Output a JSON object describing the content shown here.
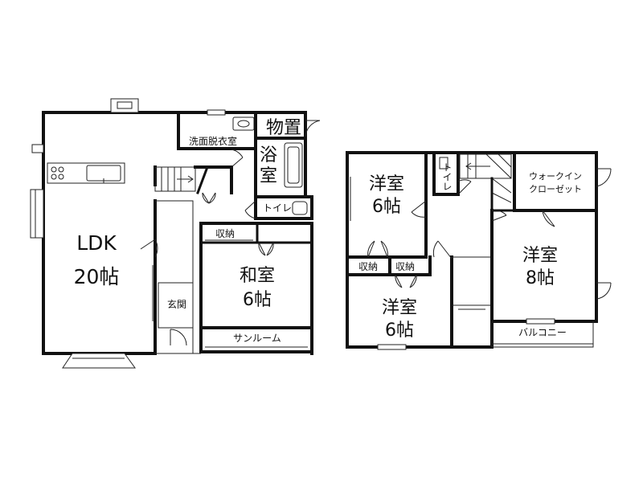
{
  "rooms": {
    "ldk": {
      "name": "LDK",
      "size": "20帖"
    },
    "washroom": {
      "name": "洗面脱衣室"
    },
    "storage": {
      "name": "物置"
    },
    "bath": {
      "name": "浴室",
      "line1": "浴",
      "line2": "室"
    },
    "toilet1": {
      "name": "トイレ"
    },
    "closet1": {
      "name": "収納"
    },
    "washitsu": {
      "name": "和室",
      "size": "6帖"
    },
    "entrance": {
      "name": "玄関"
    },
    "sunroom": {
      "name": "サンルーム"
    },
    "youshitsu_a": {
      "name": "洋室",
      "size": "6帖"
    },
    "toilet2": {
      "name": "トイレ"
    },
    "closet2": {
      "name": "収納"
    },
    "closet3": {
      "name": "収納"
    },
    "youshitsu_b": {
      "name": "洋室",
      "size": "6帖"
    },
    "walkin": {
      "line1": "ウォークイン",
      "line2": "クローゼット"
    },
    "youshitsu_c": {
      "name": "洋室",
      "size": "8帖"
    },
    "balcony": {
      "name": "バルコニー"
    }
  }
}
